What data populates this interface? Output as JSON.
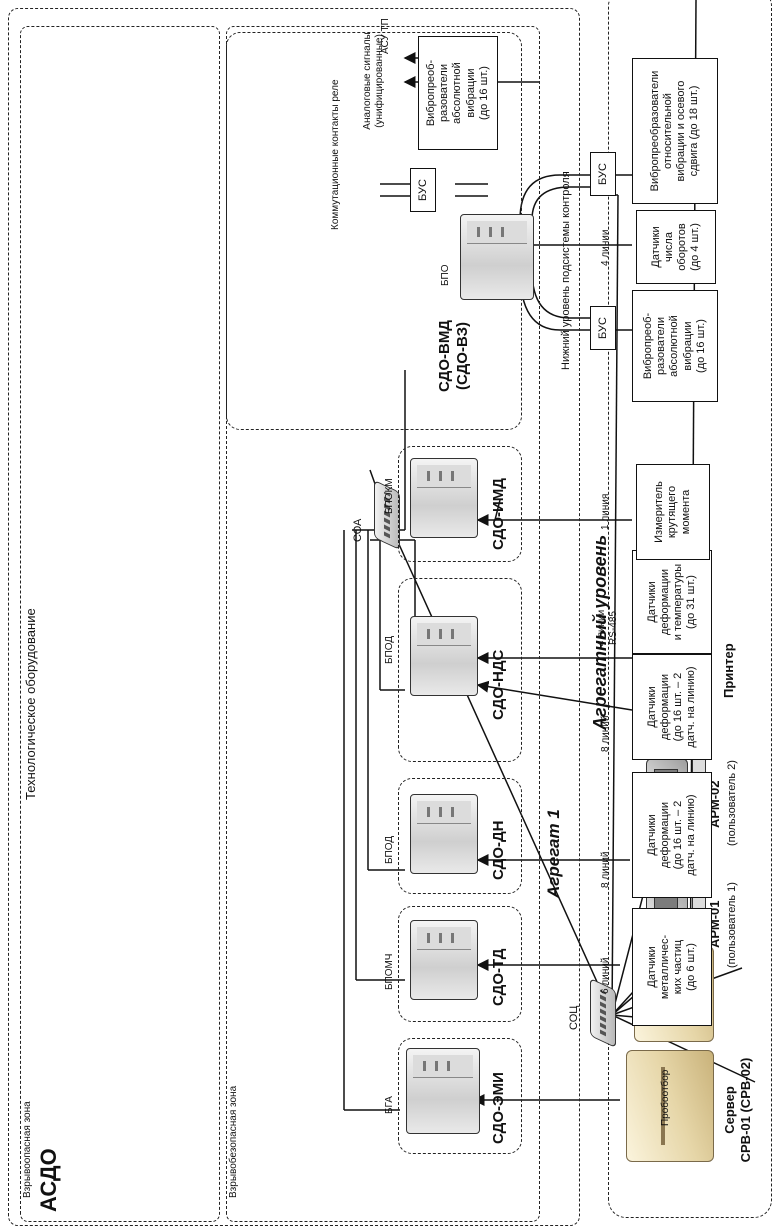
{
  "title": "АСДО",
  "aggregate_level_label": "Агрегатный уровень",
  "aggregate_1_label": "Агрегат 1",
  "lower_level_label": "Нижний уровень подсистемы контроля",
  "tech_equipment_label": "Технологическое оборудование",
  "zones": {
    "safe": "Взрывобезопасная зона",
    "hazard": "Взрывоопасная зона"
  },
  "top": {
    "server_label": "Сервер\nСРВ-01 (СРВ-02)",
    "arm1_title": "АРМ-01",
    "arm1_sub": "(пользователь 1)",
    "arm2_title": "АРМ-02",
    "arm2_sub": "(пользователь 2)",
    "printer_label": "Принтер",
    "soc_label": "СОЦ"
  },
  "soa_label": "СОА",
  "subsystems": [
    {
      "name": "СДО-ЭМИ",
      "unit": "БГА",
      "line_label": "",
      "sensors": [],
      "plain_sensor": "Пробоотбор"
    },
    {
      "name": "СДО-ТД",
      "unit": "БПОМЧ",
      "line_label": "6 линий",
      "sensors": [
        "Датчики\nметалличес-\nких частиц\n(до 6 шт.)"
      ]
    },
    {
      "name": "СДО-ДН",
      "unit": "БПОД",
      "line_label": "8 линий",
      "sensors": [
        "Датчики\nдеформации\n(до 16 шт. – 2\nдатч. на линию)"
      ]
    },
    {
      "name": "СДО-НДС",
      "unit": "БПОД",
      "line_label": "8 линий",
      "line_label_2": "4 линии\nRS-485",
      "sensors": [
        "Датчики\nдеформации\n(до 16 шт. – 2\nдатч. на линию)",
        "Датчики\nдеформации\nи температуры\n(до 31 шт.)"
      ]
    },
    {
      "name": "СДО-ИМД",
      "unit": "БПОКМ",
      "line_label": "1 линия",
      "sensors": [
        "Измеритель\nкрутящего\nмомента"
      ]
    },
    {
      "name": "СДО-ВМД\n(СДО-ВЗ)",
      "unit": "БПО",
      "line_label": "4 линии",
      "sensors": [
        "Вибропреоб-\nразователи\nабсолютной\nвибрации\n(до 16 шт.)",
        "Датчики\nчисла\nоборотов\n(до 4 шт.)",
        "Вибропреобразователи\nотносительной\nвибрации и осевого\nсдвига (до 18 шт.)"
      ],
      "bus_label": "БУС",
      "upper_box": "Вибропреоб-\nразователи\nабсолютной\nвибрации\n(до 16 шт.)",
      "outputs": [
        "Аналоговые сигналы\n(унифицированные)",
        "Коммутационные контакты реле"
      ],
      "output_arrow_label": "АСУ ТП"
    }
  ]
}
